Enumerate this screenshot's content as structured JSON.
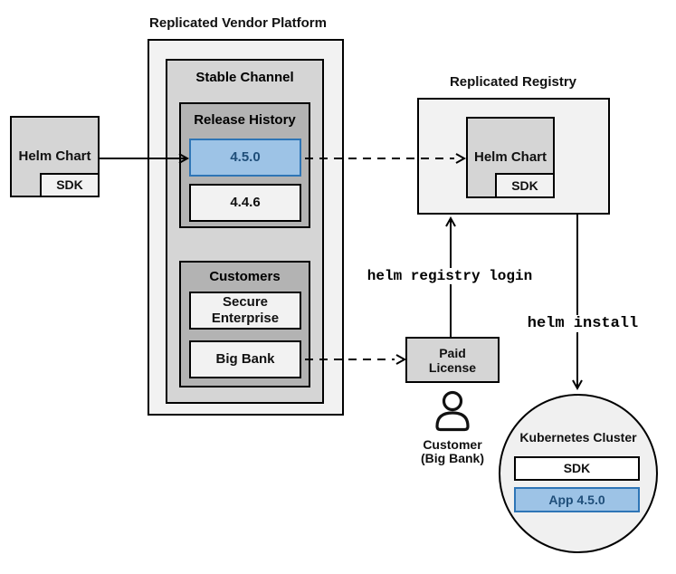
{
  "labels": {
    "vendor_platform": "Replicated Vendor Platform",
    "stable_channel": "Stable Channel",
    "release_history": "Release History",
    "version_new": "4.5.0",
    "version_old": "4.4.6",
    "customers": "Customers",
    "secure_enterprise": "Secure Enterprise",
    "big_bank": "Big Bank",
    "helm_chart": "Helm Chart",
    "sdk": "SDK",
    "replicated_registry": "Replicated Registry",
    "registry_helm_chart": "Helm Chart",
    "registry_sdk": "SDK",
    "paid_license": "Paid License",
    "customer_caption_line1": "Customer",
    "customer_caption_line2": "(Big Bank)",
    "cmd_registry_login": "helm registry login",
    "cmd_install": "helm install",
    "kubernetes_cluster": "Kubernetes Cluster",
    "cluster_sdk": "SDK",
    "cluster_app": "App 4.5.0"
  },
  "colors": {
    "accent_blue_fill": "#9dc3e6",
    "accent_blue_border": "#2e75b6",
    "accent_blue_text": "#1f4e79",
    "gray_light": "#f2f2f2",
    "gray_mid": "#d5d5d5",
    "gray_dark": "#b3b3b3",
    "circle_fill": "#f0f0f0",
    "line_color": "#000000"
  }
}
